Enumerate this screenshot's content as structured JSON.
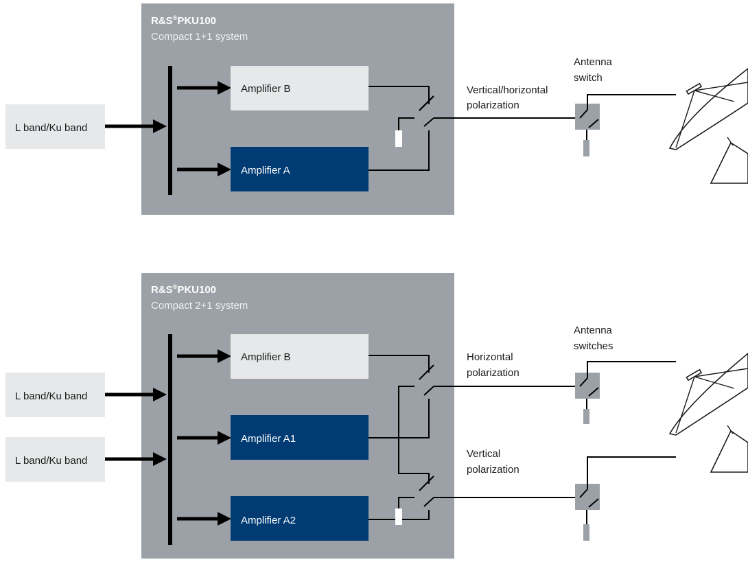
{
  "colors": {
    "system_box": "#9ba1a6",
    "input_box": "#e6e8e9",
    "amplifier_b": "#e6e8e9",
    "amplifier_a": "#003b73",
    "switch": "#9ba1a6",
    "load": "#ffffff",
    "antenna_load": "#9ba1a6"
  },
  "diagram1": {
    "system_name_prefix": "R&S",
    "system_name_reg": "®",
    "system_name_suffix": "PKU100",
    "system_subtitle": "Compact 1+1 system",
    "input_label": "L band/Ku band",
    "amplifier_b": "Amplifier B",
    "amplifier_a": "Amplifier A",
    "polarization_line1": "Vertical/horizontal",
    "polarization_line2": "polarization",
    "antenna_switch_line1": "Antenna",
    "antenna_switch_line2": "switch"
  },
  "diagram2": {
    "system_name_prefix": "R&S",
    "system_name_reg": "®",
    "system_name_suffix": "PKU100",
    "system_subtitle": "Compact 2+1 system",
    "input1_label": "L band/Ku band",
    "input2_label": "L band/Ku band",
    "amplifier_b": "Amplifier B",
    "amplifier_a1": "Amplifier A1",
    "amplifier_a2": "Amplifier A2",
    "horizontal_line1": "Horizontal",
    "horizontal_line2": "polarization",
    "vertical_line1": "Vertical",
    "vertical_line2": "polarization",
    "antenna_switches_line1": "Antenna",
    "antenna_switches_line2": "switches"
  }
}
